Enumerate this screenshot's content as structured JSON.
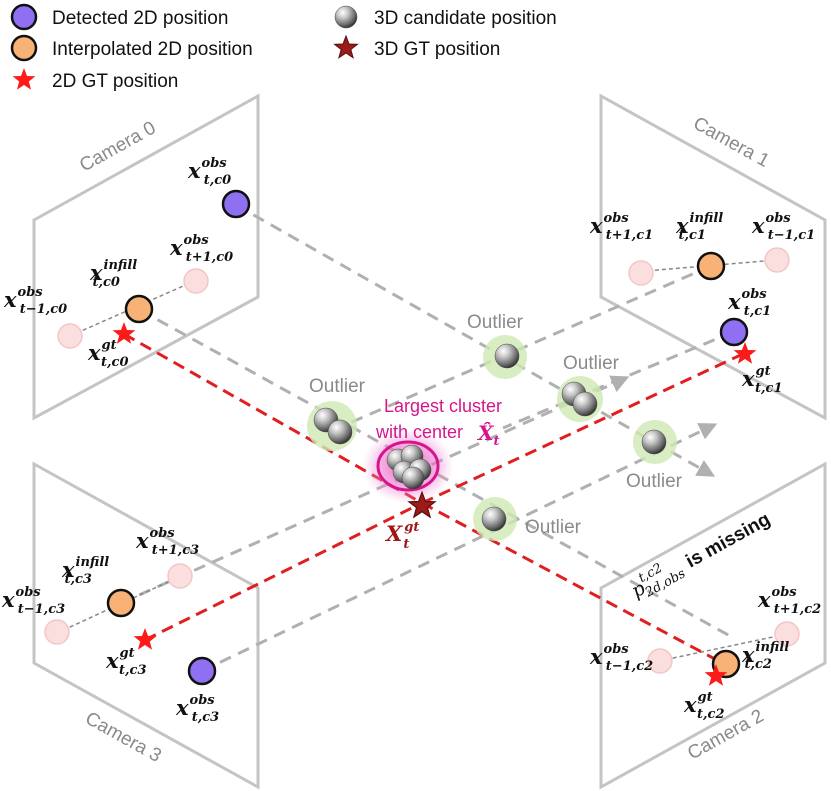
{
  "legend": {
    "detected": "Detected 2D position",
    "interpolated": "Interpolated 2D position",
    "gt2d": "2D GT position",
    "candidate": "3D candidate position",
    "gt3d": "3D GT position"
  },
  "cameras": {
    "cam0": "Camera 0",
    "cam1": "Camera 1",
    "cam2": "Camera 2",
    "cam3": "Camera 3"
  },
  "outlier_label": "Outlier",
  "cluster": {
    "line1": "Largest cluster",
    "line2": "with center",
    "symbol": "X̂",
    "sub": "t"
  },
  "gt3d_label": {
    "symbol": "X",
    "sup": "gt",
    "sub": "t"
  },
  "missing": {
    "prefix": "p",
    "sup": "t,c2",
    "sub": "2d,obs",
    "text": "is missing"
  },
  "colors": {
    "detected": "#8f6ff2",
    "interpolated": "#f9b276",
    "gt2d": "#ff1a1a",
    "gt3d": "#9b1a1a",
    "ray": "#b0b0b0",
    "gt_ray": "#e02020",
    "cluster": "#d6158c",
    "outlier_halo": "#cfe8b4"
  },
  "labels": {
    "c0_obs": {
      "sym": "x",
      "sup": "obs",
      "sub": "t,c0"
    },
    "c0_next": {
      "sym": "x",
      "sup": "obs",
      "sub": "t+1,c0"
    },
    "c0_infill": {
      "sym": "x",
      "sup": "infill",
      "sub": "t,c0"
    },
    "c0_prev": {
      "sym": "x",
      "sup": "obs",
      "sub": "t−1,c0"
    },
    "c0_gt": {
      "sym": "x",
      "sup": "gt",
      "sub": "t,c0"
    },
    "c1_next": {
      "sym": "x",
      "sup": "obs",
      "sub": "t+1,c1"
    },
    "c1_infill": {
      "sym": "x",
      "sup": "infill",
      "sub": "t,c1"
    },
    "c1_prev": {
      "sym": "x",
      "sup": "obs",
      "sub": "t−1,c1"
    },
    "c1_obs": {
      "sym": "x",
      "sup": "obs",
      "sub": "t,c1"
    },
    "c1_gt": {
      "sym": "x",
      "sup": "gt",
      "sub": "t,c1"
    },
    "c3_next": {
      "sym": "x",
      "sup": "obs",
      "sub": "t+1,c3"
    },
    "c3_infill": {
      "sym": "x",
      "sup": "infill",
      "sub": "t,c3"
    },
    "c3_prev": {
      "sym": "x",
      "sup": "obs",
      "sub": "t−1,c3"
    },
    "c3_gt": {
      "sym": "x",
      "sup": "gt",
      "sub": "t,c3"
    },
    "c3_obs": {
      "sym": "x",
      "sup": "obs",
      "sub": "t,c3"
    },
    "c2_next": {
      "sym": "x",
      "sup": "obs",
      "sub": "t+1,c2"
    },
    "c2_prev": {
      "sym": "x",
      "sup": "obs",
      "sub": "t−1,c2"
    },
    "c2_infill": {
      "sym": "x",
      "sup": "infill",
      "sub": "t,c2"
    },
    "c2_gt": {
      "sym": "x",
      "sup": "gt",
      "sub": "t,c2"
    }
  }
}
